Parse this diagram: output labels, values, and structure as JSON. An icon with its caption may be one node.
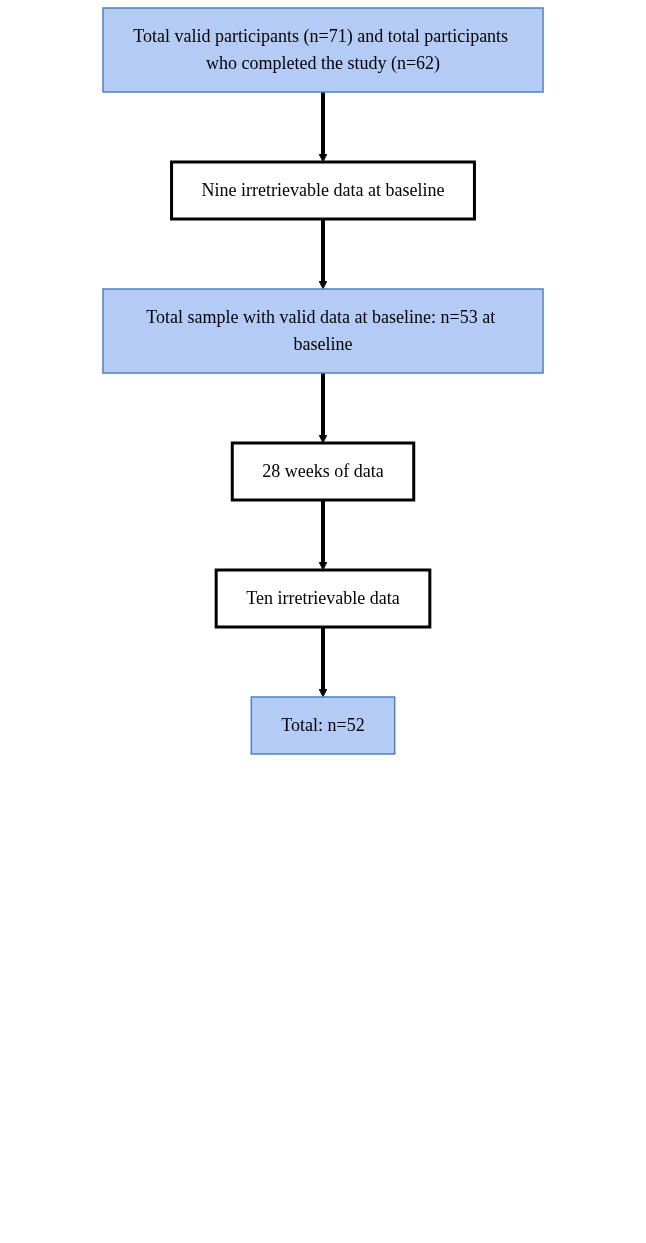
{
  "diagram": {
    "nodes": [
      {
        "text": [
          "Total valid participants (n=71) and total participants who completed the study (n=62)"
        ]
      },
      {
        "text": [
          "Nine irretrievable data at baseline"
        ]
      },
      {
        "text": [
          "Total sample with valid data at baseline: n=53 at baseline"
        ]
      },
      {
        "text": [
          "28 weeks of data"
        ]
      },
      {
        "text": [
          "Ten irretrievable data"
        ]
      },
      {
        "text": [
          "Total: n=52"
        ]
      }
    ],
    "edges": [
      {
        "from": 0,
        "to": 1,
        "arrow": "to"
      },
      {
        "from": 1,
        "to": 2,
        "arrow": "to"
      },
      {
        "from": 2,
        "to": 3,
        "arrow": "to"
      },
      {
        "from": 3,
        "to": 4,
        "arrow": "to"
      },
      {
        "from": 4,
        "to": 5,
        "arrow": "to"
      }
    ]
  }
}
